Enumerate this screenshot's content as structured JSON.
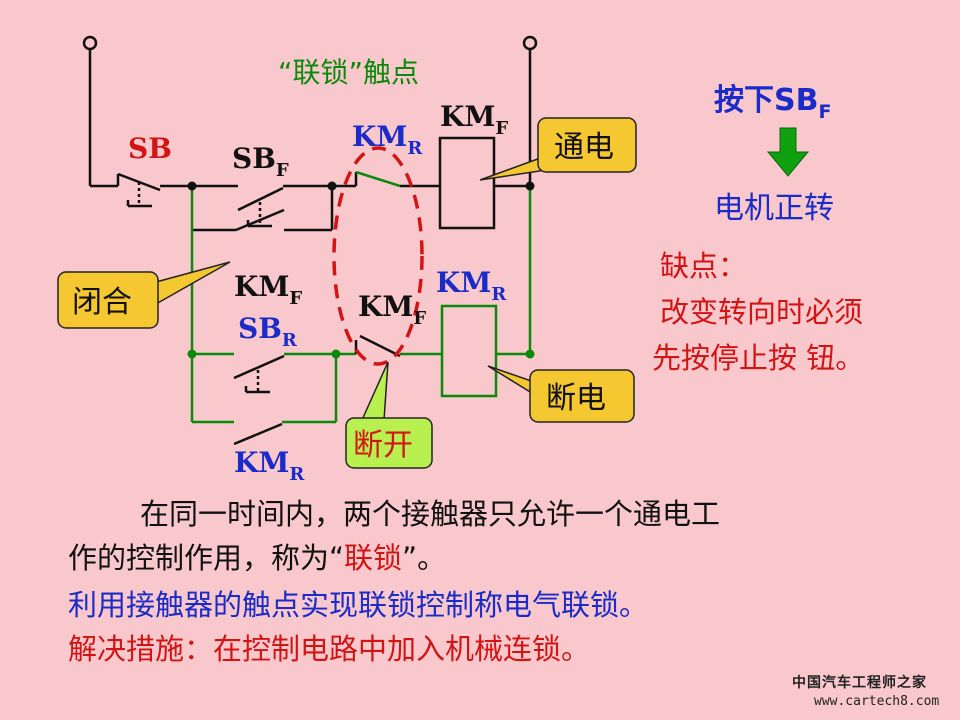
{
  "diagram": {
    "title": "“联锁”触点",
    "labels": {
      "sb": "SB",
      "sbf": "SB",
      "sbf_sub": "F",
      "kmr_top": "KM",
      "kmr_top_sub": "R",
      "kmf_coil": "KM",
      "kmf_coil_sub": "F",
      "kmf_hold": "KM",
      "kmf_hold_sub": "F",
      "sbr": "SB",
      "sbr_sub": "R",
      "kmf_interlock": "KM",
      "kmf_interlock_sub": "F",
      "kmr_coil": "KM",
      "kmr_coil_sub": "R",
      "kmr_hold": "KM",
      "kmr_hold_sub": "R"
    },
    "callouts": {
      "energized": "通电",
      "closed": "闭合",
      "open": "断开",
      "de_energized": "断电"
    },
    "side": {
      "press": "按下SB",
      "press_sub": "F",
      "result": "电机正转",
      "drawback_title": "缺点：",
      "drawback_line1": "改变转向时必须",
      "drawback_line2": "先按停止按 钮。"
    },
    "colors": {
      "green_wire": "#0a8a0a",
      "black_wire": "#111111",
      "red_text": "#d21414",
      "blue_text": "#1a2bc8",
      "callout_fill": "#f5c832",
      "callout_green": "#b8f050",
      "arrow_green": "#10a010"
    }
  },
  "text": {
    "para1_line1": "在同一时间内，两个接触器只允许一个通电工",
    "para1_line2_a": "作的控制作用，称为“",
    "para1_line2_hl": "联锁",
    "para1_line2_b": "”。",
    "line3": "利用接触器的触点实现联锁控制称电气联锁。",
    "line4": "解决措施：在控制电路中加入机械连锁。"
  },
  "watermark": {
    "line1": "中国汽车工程师之家",
    "line2": "www.cartech8.com"
  }
}
